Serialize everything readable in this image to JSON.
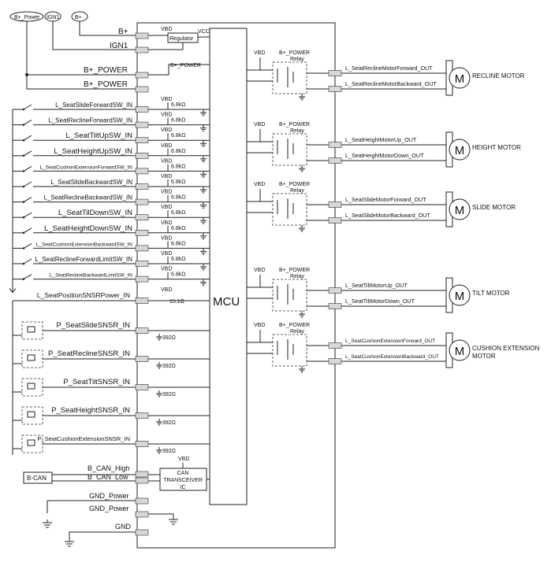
{
  "supplies": {
    "b_power_top": "B+_Power",
    "ign1_top": "IGN1",
    "b_plus_top": "B+",
    "vcc": "VCC",
    "vbd": "VBD",
    "regulator": "Regulator",
    "b_plus": "B+",
    "ign1": "IGN1",
    "b_power_a": "B+_POWER",
    "b_power_b": "B+_POWER",
    "b_power_tap": "B+_POWER"
  },
  "mcu_label": "MCU",
  "switches": [
    {
      "label": "L_SeatSlideForwardSW_IN",
      "res": "6.8kΩ"
    },
    {
      "label": "L_SeatReclineForwardSW_IN",
      "res": "6.8kΩ"
    },
    {
      "label": "L_SeatTiltUpSW_IN",
      "res": "6.8kΩ"
    },
    {
      "label": "L_SeatHeightUpSW_IN",
      "res": "6.8kΩ"
    },
    {
      "label": "L_SeatCushionExtensionForwardSW_IN",
      "res": "6.8kΩ"
    },
    {
      "label": "L_SeatSlideBackwardSW_IN",
      "res": "6.8kΩ"
    },
    {
      "label": "L_SeatReclineBackwardSW_IN",
      "res": "6.8kΩ"
    },
    {
      "label": "L_SeatTilDownSW_IN",
      "res": "6.8kΩ"
    },
    {
      "label": "L_SeatHeightDownSW_IN",
      "res": "6.8kΩ"
    },
    {
      "label": "L_SeatCushionExtensionBackwardSW_IN",
      "res": "6.8kΩ"
    },
    {
      "label": "L_SeatReclineForwardLimitSW_IN",
      "res": "6.8kΩ"
    },
    {
      "label": "L_SeatReclineBackwardLimitSW_IN",
      "res": "6.8kΩ"
    }
  ],
  "position_power": {
    "label": "L_SeatPositionSNSRPower_IN",
    "res": "15.1Ω"
  },
  "sensors": [
    {
      "label": "P_SeatSlideSNSR_IN",
      "res": "392Ω"
    },
    {
      "label": "P_SeatReclineSNSR_IN",
      "res": "392Ω"
    },
    {
      "label": "P_SeatTiltSNSR_IN",
      "res": "392Ω"
    },
    {
      "label": "P_SeatHeightSNSR_IN",
      "res": "392Ω"
    },
    {
      "label": "P_SeatCushionExtensionSNSR_IN",
      "res": "392Ω"
    }
  ],
  "can": {
    "bus": "B-CAN",
    "high": "B_CAN_High",
    "low": "B_CAN_Low",
    "transceiver": [
      "CAN",
      "TRANSCEIVER",
      "IC"
    ],
    "vbd": "VBD"
  },
  "grounds": {
    "gnd_power_a": "GND_Power",
    "gnd_power_b": "GND_Power",
    "gnd": "GND"
  },
  "relay_common": {
    "vbd": "VBD",
    "power": "B+_POWER",
    "relay": "Relay"
  },
  "motors": [
    {
      "name": "RECLINE MOTOR",
      "out1": "L_SeatReclineMotorForward_OUT",
      "out2": "L_SeatReclineMotorBackward_OUT"
    },
    {
      "name": "HEIGHT MOTOR",
      "out1": "L_SeatHeightMotorUp_OUT",
      "out2": "L_SeatHeightMotorDown_OUT"
    },
    {
      "name": "SLIDE MOTOR",
      "out1": "L_SeatSlideMotorForward_OUT",
      "out2": "L_SeatSlideMotorBackward_OUT"
    },
    {
      "name": "TILT MOTOR",
      "out1": "L_SeatTiltMotorUp_OUT",
      "out2": "L_SeatTiltMotorDown_OUT"
    },
    {
      "name": "CUSHION EXTENSION",
      "name2": "MOTOR",
      "out1": "L_SeatCushionExtensionForward_OUT",
      "out2": "L_SeatCushionExtensionBackward_OUT"
    }
  ],
  "motor_glyph": "M"
}
